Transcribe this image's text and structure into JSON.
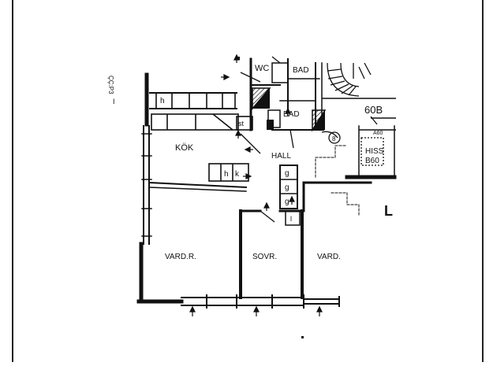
{
  "labels": {
    "wc": "WC",
    "bad_top": "BAD",
    "bad_lower": "BAD",
    "unit": "60B",
    "fire_rating": "A60",
    "circle_number": "8",
    "hiss": "HISS",
    "hiss_rating": "B60",
    "kok": "KÖK",
    "hall": "HALL",
    "vard_r": "VARD.R.",
    "sovr": "SOVR.",
    "vard": "VARD.",
    "h_top": "h",
    "st": "st",
    "h_lower": "h",
    "k": "k",
    "g1": "g",
    "g2": "g",
    "g3": "g",
    "l": "l",
    "margin_mark": "ÇÇ:P3",
    "tick_mark": "I",
    "corner_mark": "L"
  },
  "colors": {
    "ink": "#111111",
    "paper": "#ffffff",
    "frame": "#222222"
  }
}
